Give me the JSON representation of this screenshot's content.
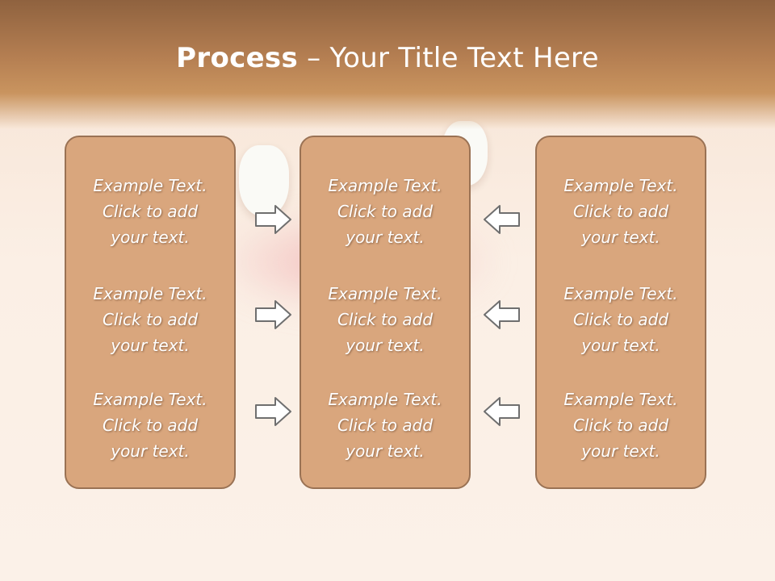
{
  "slide": {
    "title_bold": "Process",
    "title_rest": " – Your Title Text Here"
  },
  "columns": {
    "left": [
      {
        "line1": "Example Text.",
        "line2": "Click  to add",
        "line3": "your text."
      },
      {
        "line1": "Example Text.",
        "line2": "Click  to add",
        "line3": "your text."
      },
      {
        "line1": "Example Text.",
        "line2": "Click  to add",
        "line3": "your text."
      }
    ],
    "center": [
      {
        "line1": "Example Text.",
        "line2": "Click  to add",
        "line3": "your text."
      },
      {
        "line1": "Example Text.",
        "line2": "Click  to add",
        "line3": "your text."
      },
      {
        "line1": "Example Text.",
        "line2": "Click  to add",
        "line3": "your text."
      }
    ],
    "right": [
      {
        "line1": "Example Text.",
        "line2": "Click  to add",
        "line3": "your text."
      },
      {
        "line1": "Example Text.",
        "line2": "Click  to add",
        "line3": "your text."
      },
      {
        "line1": "Example Text.",
        "line2": "Click  to add",
        "line3": "your text."
      }
    ]
  },
  "arrows": {
    "left_to_center": [
      "right-arrow-icon",
      "right-arrow-icon",
      "right-arrow-icon"
    ],
    "right_to_center": [
      "left-arrow-icon",
      "left-arrow-icon",
      "left-arrow-icon"
    ]
  },
  "colors": {
    "header": "#b57f52",
    "box_fill": "#d9a67d",
    "box_border": "#9a7254",
    "text": "#ffffff",
    "arrow_stroke": "#6f6f6f"
  }
}
